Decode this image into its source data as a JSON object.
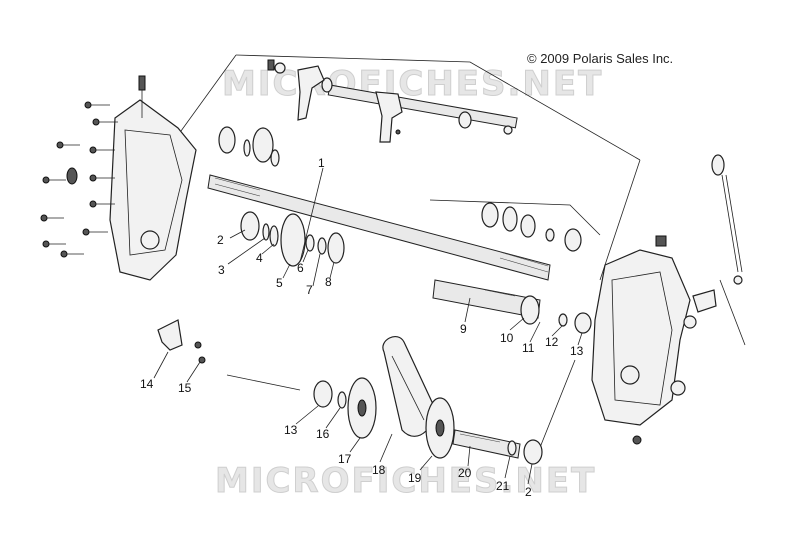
{
  "diagram": {
    "copyright": "© 2009 Polaris Sales Inc.",
    "watermark": "MICROFICHES.NET",
    "callouts": [
      {
        "id": "1",
        "label": "1"
      },
      {
        "id": "2a",
        "label": "2"
      },
      {
        "id": "3",
        "label": "3"
      },
      {
        "id": "4",
        "label": "4"
      },
      {
        "id": "5",
        "label": "5"
      },
      {
        "id": "6",
        "label": "6"
      },
      {
        "id": "7",
        "label": "7"
      },
      {
        "id": "8",
        "label": "8"
      },
      {
        "id": "9",
        "label": "9"
      },
      {
        "id": "10",
        "label": "10"
      },
      {
        "id": "11",
        "label": "11"
      },
      {
        "id": "12",
        "label": "12"
      },
      {
        "id": "13a",
        "label": "13"
      },
      {
        "id": "13b",
        "label": "13"
      },
      {
        "id": "14",
        "label": "14"
      },
      {
        "id": "15",
        "label": "15"
      },
      {
        "id": "16",
        "label": "16"
      },
      {
        "id": "17",
        "label": "17"
      },
      {
        "id": "18",
        "label": "18"
      },
      {
        "id": "19",
        "label": "19"
      },
      {
        "id": "20",
        "label": "20"
      },
      {
        "id": "21",
        "label": "21"
      },
      {
        "id": "2b",
        "label": "2"
      }
    ]
  }
}
